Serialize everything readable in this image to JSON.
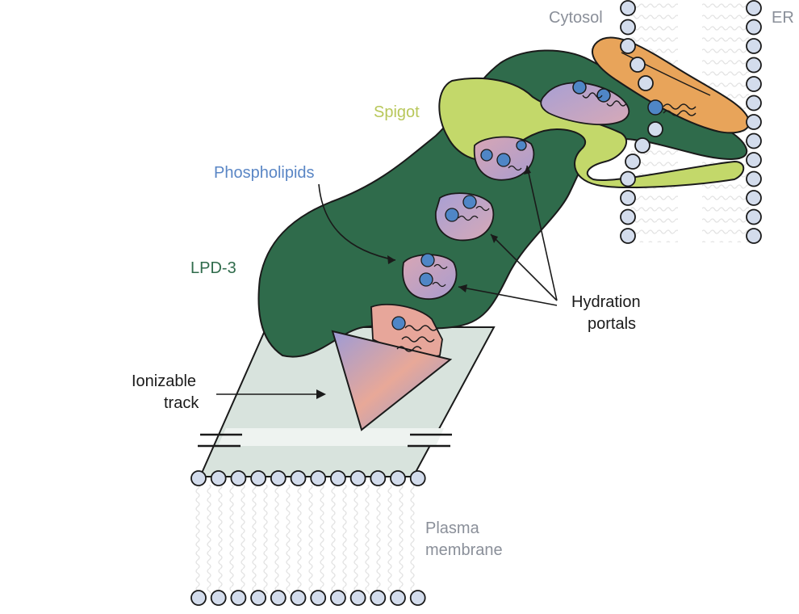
{
  "labels": {
    "cytosol": "Cytosol",
    "er": "ER",
    "spigot": "Spigot",
    "phospholipids": "Phospholipids",
    "lpd3": "LPD-3",
    "hydration_line1": "Hydration",
    "hydration_line2": "portals",
    "ionizable_line1": "Ionizable",
    "ionizable_line2": "track",
    "plasma_line1": "Plasma",
    "plasma_line2": "membrane"
  },
  "colors": {
    "lpd3": "#2f6b4b",
    "spigot": "#c3d86a",
    "orange_protein": "#e8a45a",
    "lipid_head": "#d3dcec",
    "lipid_blue": "#4f86c6",
    "track_fill": "#d6e2dc",
    "text_gray": "#8a8f99",
    "text_blue": "#5a86c5",
    "text_green": "#2f6b4b",
    "text_spigot": "#b8c75a"
  }
}
